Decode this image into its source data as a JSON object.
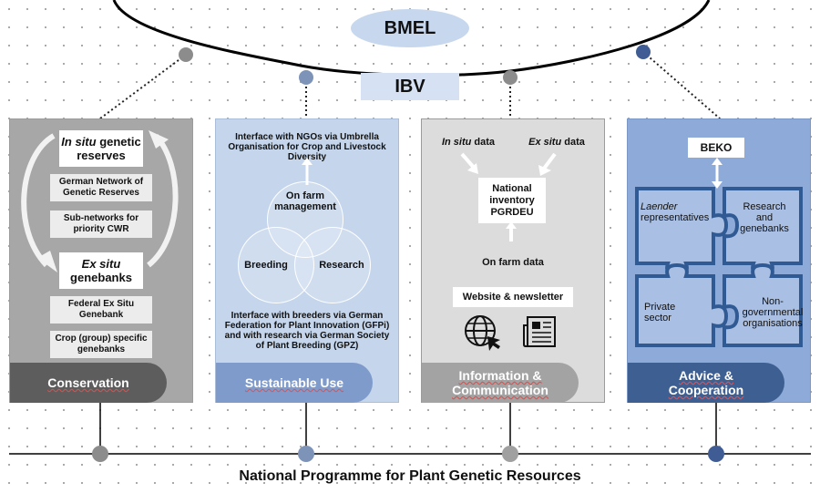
{
  "top": {
    "bmel": "BMEL",
    "ibv": "IBV"
  },
  "conservation": {
    "in_situ_italic": "In situ",
    "in_situ_rest": " genetic reserves",
    "network": "German Network of Genetic Reserves",
    "subnetworks": "Sub-networks for priority CWR",
    "ex_situ_italic": "Ex situ",
    "ex_situ_rest": "genebanks",
    "federal": "Federal Ex Situ Genebank",
    "crop": "Crop (group) specific genebanks",
    "tab": "Conservation"
  },
  "sustainable": {
    "interface_ngo": "Interface with NGOs via Umbrella Organisation for Crop and Livestock Diversity",
    "on_farm": "On farm management",
    "breeding": "Breeding",
    "research": "Research",
    "interface_breeders": "Interface with breeders via German Federation for Plant Innovation (GFPi) and with research via German Society of Plant Breeding (GPZ)",
    "tab": "Sustainable Use"
  },
  "information": {
    "in_situ_italic": "In situ",
    "in_situ_rest": " data",
    "ex_situ_italic": "Ex situ",
    "ex_situ_rest": " data",
    "inventory": "National inventory PGRDEU",
    "on_farm_data": "On farm data",
    "website": "Website & newsletter",
    "tab_line1": "Information &",
    "tab_line2": "Communication"
  },
  "advice": {
    "beko": "BEKO",
    "laender_italic": "Laender",
    "laender_rest": "representatives",
    "research_genebanks": "Research and genebanks",
    "private": "Private sector",
    "ngo": "Non-governmental organisations",
    "tab_line1": "Advice &",
    "tab_line2": "Cooperation"
  },
  "footer": {
    "title": "National Programme for Plant Genetic Resources"
  },
  "colors": {
    "dot_gray": "#8c8c8c",
    "dot_blue": "#7d93b8",
    "dot_navy": "#3f5d94"
  }
}
